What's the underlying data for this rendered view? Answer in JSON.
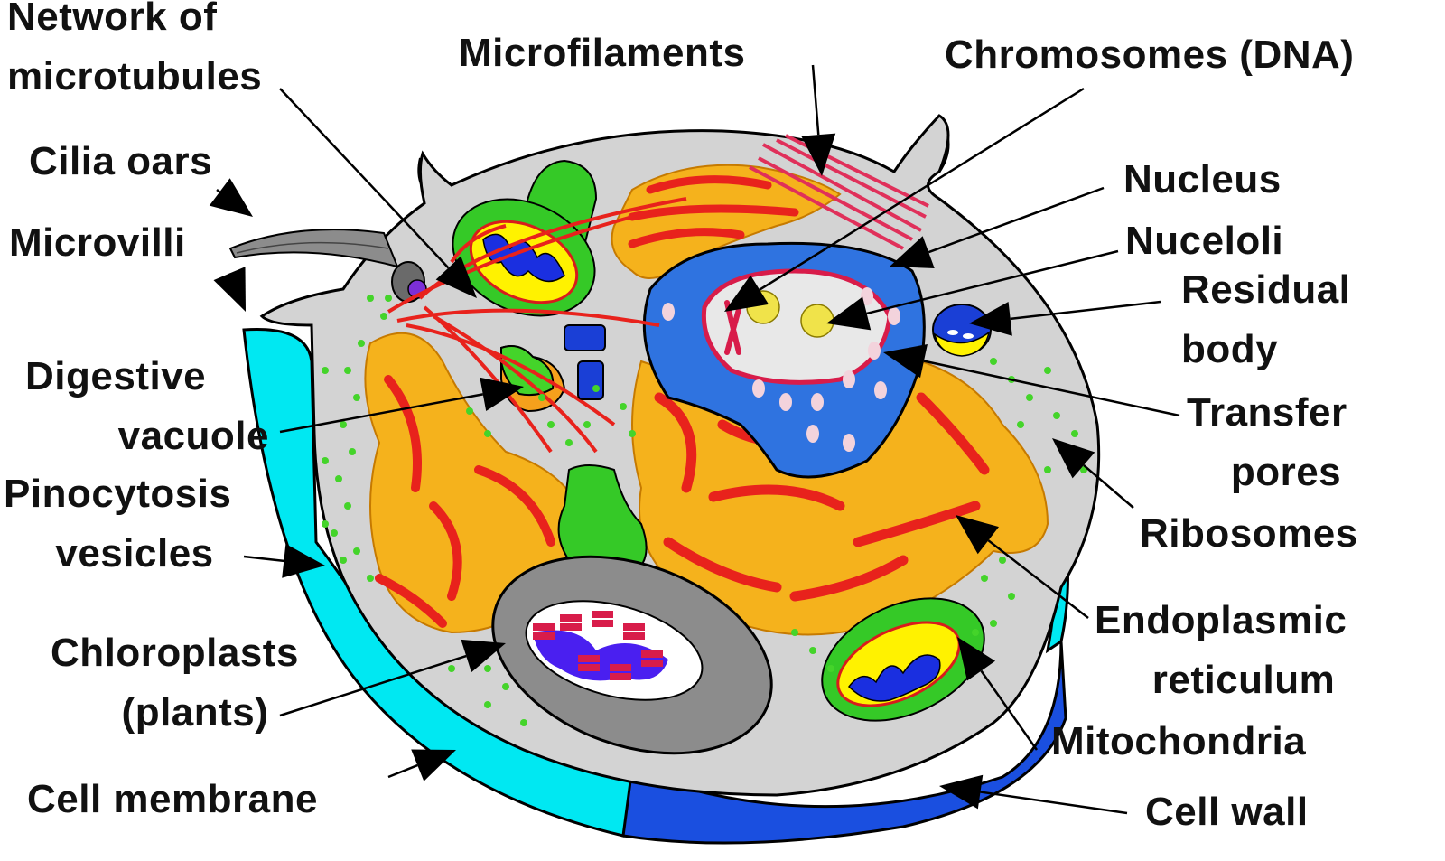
{
  "labels": {
    "network_microtubules": [
      "Network of",
      "microtubules"
    ],
    "cilia_oars": "Cilia oars",
    "microvilli": "Microvilli",
    "digestive_vacuole": [
      "Digestive",
      "vacuole"
    ],
    "pinocytosis_vesicles": [
      "Pinocytosis",
      "vesicles"
    ],
    "chloroplasts": [
      "Chloroplasts",
      "(plants)"
    ],
    "cell_membrane": "Cell membrane",
    "microfilaments": "Microfilaments",
    "chromosomes": "Chromosomes (DNA)",
    "nucleus": "Nucleus",
    "nucleoli": "Nuceloli",
    "residual_body": [
      "Residual",
      "body"
    ],
    "transfer_pores": [
      "Transfer",
      "pores"
    ],
    "ribosomes": "Ribosomes",
    "endoplasmic_reticulum": [
      "Endoplasmic",
      "reticulum"
    ],
    "mitochondria": "Mitochondria",
    "cell_wall": "Cell wall"
  },
  "colors": {
    "cytoplasm": "#d3d3d3",
    "membrane": "#00e5f0",
    "cell_wall": "#1a4fe0",
    "nucleus": "#2f73e0",
    "er_yellow": "#f5b21c",
    "er_red": "#e8221c",
    "mitochondria_outer": "#2fd61f",
    "mitochondria_inner": "#fff200",
    "chloroplast_grana": "#d81c4a",
    "ribosome": "#44d42a",
    "arrow": "#000000"
  }
}
